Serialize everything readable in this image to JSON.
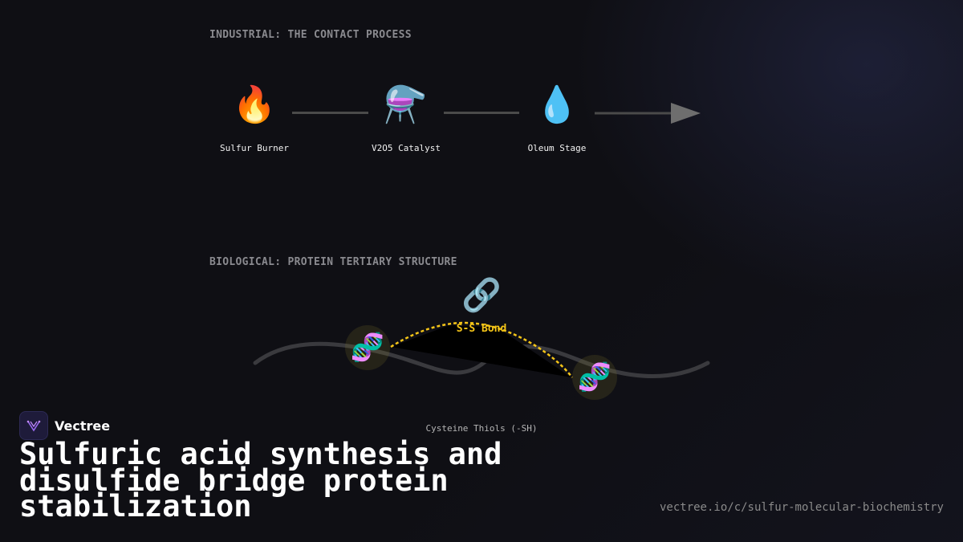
{
  "industrial": {
    "section_title": "INDUSTRIAL: THE CONTACT PROCESS",
    "stages": [
      {
        "icon": "fire-icon",
        "glyph": "🔥",
        "label": "Sulfur Burner"
      },
      {
        "icon": "flask-icon",
        "glyph": "⚗️",
        "label": "V2O5 Catalyst"
      },
      {
        "icon": "droplet-icon",
        "glyph": "💧",
        "label": "Oleum Stage"
      }
    ]
  },
  "biological": {
    "section_title": "BIOLOGICAL: PROTEIN TERTIARY STRUCTURE",
    "bond_label": "S-S Bond",
    "bond_icon": "🔗",
    "dna_icon": "🧬",
    "thiol_label": "Cysteine Thiols (-SH)",
    "bond_color": "#f5c518"
  },
  "brand": {
    "name": "Vectree",
    "title": "Sulfuric acid synthesis and disulfide bridge protein stabilization",
    "url": "vectree.io/c/sulfur-molecular-biochemistry"
  }
}
